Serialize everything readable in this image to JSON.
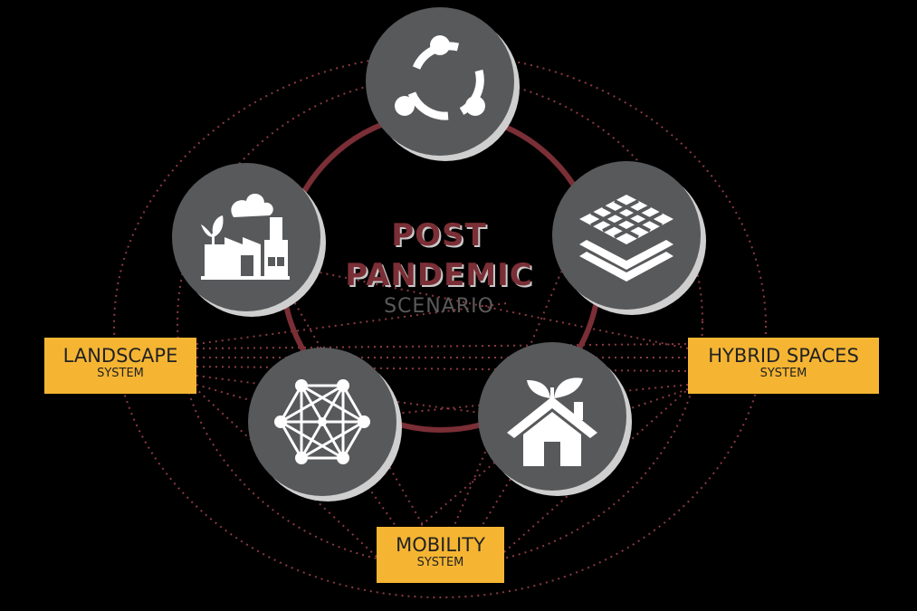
{
  "center": {
    "line1": "POST",
    "line2": "PANDEMIC",
    "line3": "SCENARIO"
  },
  "labels": {
    "landscape": {
      "title": "LANDSCAPE",
      "subtitle": "SYSTEM"
    },
    "hybrid": {
      "title": "HYBRID SPACES",
      "subtitle": "SYSTEM"
    },
    "mobility": {
      "title": "MOBILITY",
      "subtitle": "SYSTEM"
    }
  },
  "icons": [
    "network-cycle-icon",
    "layers-grid-icon",
    "eco-house-icon",
    "mesh-network-icon",
    "factory-icon"
  ],
  "colors": {
    "background": "#000000",
    "circle": "#58595b",
    "ring": "#7a2e35",
    "dotted": "#8a3a42",
    "label": "#f5b533",
    "title": "#7a2e35"
  }
}
